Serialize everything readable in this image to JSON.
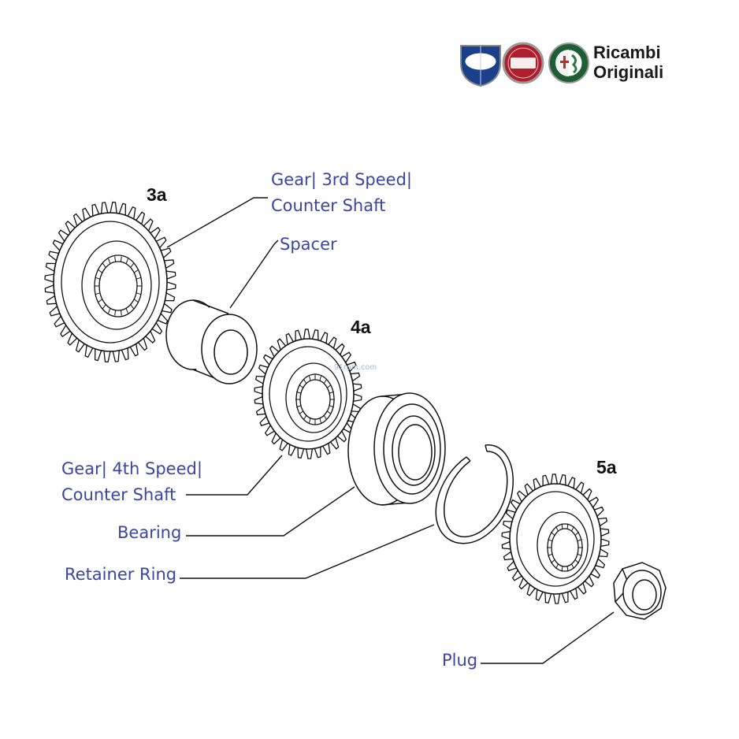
{
  "brand": {
    "logos": [
      {
        "name": "LANCIA",
        "icon": "lancia-shield-logo",
        "color": "#1c3f8c"
      },
      {
        "name": "FIAT",
        "icon": "fiat-badge-logo",
        "color": "#b01e2e"
      },
      {
        "name": "ALFA ROMEO",
        "icon": "alfa-romeo-roundel-logo",
        "color": "#1f5e34"
      }
    ],
    "line1": "Ricambi",
    "line2": "Originali"
  },
  "part_numbers": {
    "gear_3": "3a",
    "gear_4": "4a",
    "gear_5": "5a"
  },
  "callouts": {
    "gear_3rd": {
      "line1": "Gear| 3rd Speed|",
      "line2": "Counter Shaft"
    },
    "spacer": "Spacer",
    "gear_4th": {
      "line1": "Gear| 4th Speed|",
      "line2": "Counter Shaft"
    },
    "bearing": "Bearing",
    "retainer_ring": "Retainer Ring",
    "plug": "Plug"
  },
  "watermark": "91rom.com",
  "colors": {
    "label_text": "#3a45a0",
    "line_art": "#111111"
  }
}
